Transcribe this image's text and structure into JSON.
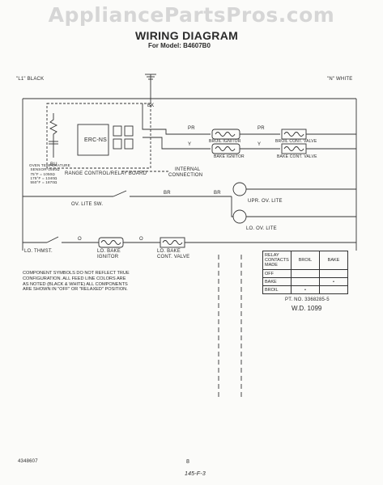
{
  "watermark": "AppliancePartsPros.com",
  "header": {
    "title": "WIRING DIAGRAM",
    "model": "For Model: B4607B0"
  },
  "labels": {
    "l1": "\"L1\" BLACK",
    "n": "\"N\" WHITE",
    "erc": "ERC-NS",
    "range_board": "RANGE CONTROL/RELAY BOARD",
    "internal": "INTERNAL",
    "connection": "CONNECTION",
    "oven_temp": "OVEN TEMPERATURE\n SENSOR-1650Ω\n 75°F = 1050Ω\n 175°F = 1340Ω\n 550°F = 1870Ω",
    "ov_lite_sw": "OV. LITE SW.",
    "upr_ov_lite": "UPR. OV. LITE",
    "lo_ov_lite": "LO. OV. LITE",
    "lo_thmst": "LO. THMST.",
    "lo_bake_ignitor": "LO. BAKE\nIGNITOR",
    "lo_bake_valve": "LO. BAKE\nCONT. VALVE",
    "broil_ignitor": "BROIL IGNITOR",
    "broil_valve": "BROIL CONT. VALVE",
    "bake_ignitor": "BAKE IGNITOR",
    "bake_valve": "BAKE CONT. VALVE",
    "pr": "PR",
    "y": "Y",
    "br": "BR",
    "o": "O",
    "bk": "BK",
    "bu": "BU"
  },
  "note": [
    "COMPONENT SYMBOLS DO NOT REFLECT TRUE",
    "CONFIGURATION. ALL FEED LINE COLORS ARE",
    "AS NOTED (BLACK & WHITE) ALL COMPONENTS",
    "ARE SHOWN IN \"OFF\" OR \"RELAXED\" POSITION."
  ],
  "relay_table": {
    "headers": [
      "RELAY CONTACTS MADE",
      "BROIL",
      "BAKE"
    ],
    "rows": [
      [
        "OFF",
        "",
        ""
      ],
      [
        "BAKE",
        "",
        "•"
      ],
      [
        "BROIL",
        "•",
        ""
      ]
    ]
  },
  "part_number": "PT. NO. 3368285-5",
  "wd": "W.D. 1099",
  "footer": {
    "left": "4348607",
    "page": "8",
    "handwritten": "145-F-3"
  }
}
